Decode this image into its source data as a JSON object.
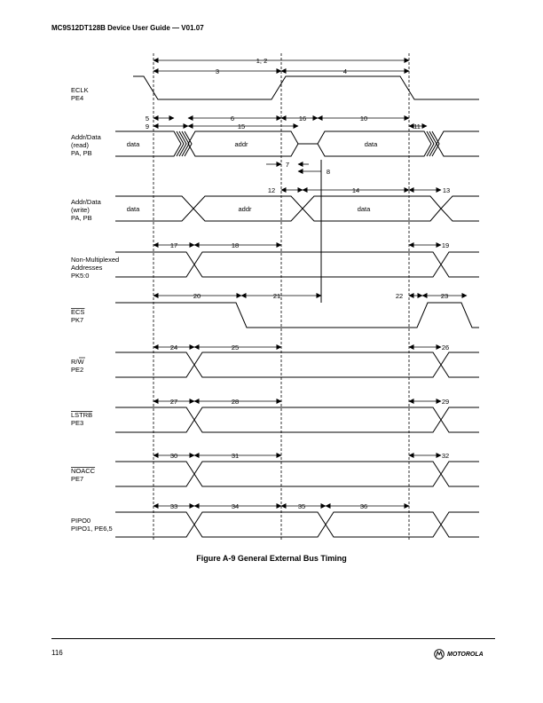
{
  "header": "MC9S12DT128B Device User Guide — V01.07",
  "figure_caption": "Figure A-9  General External Bus Timing",
  "footer": {
    "page_number": "116",
    "brand": "MOTOROLA",
    "brand_icon": "motorola-batwing-logo"
  },
  "signals": {
    "eclk": {
      "l1": "ECLK",
      "l2": "PE4"
    },
    "addr_rd": {
      "l1": "Addr/Data",
      "l2": "(read)",
      "l3": "PA, PB"
    },
    "addr_wr": {
      "l1": "Addr/Data",
      "l2": "(write)",
      "l3": "PA, PB"
    },
    "nonmux": {
      "l1": "Non-Multiplexed",
      "l2": "Addresses",
      "l3": "PK5:0"
    },
    "ecs": {
      "l1": "ECS",
      "l2": "PK7"
    },
    "rw": {
      "l1": "R/W",
      "l2": "PE2"
    },
    "lstrb": {
      "l1": "LSTRB",
      "l2": "PE3"
    },
    "noacc": {
      "l1": "NOACC",
      "l2": "PE7"
    },
    "pipo": {
      "l1": "PIPO0",
      "l2": "PIPO1, PE6,5"
    }
  },
  "bus_labels": {
    "data": "data",
    "addr": "addr"
  },
  "params": {
    "p1_2": "1, 2",
    "p3": "3",
    "p4": "4",
    "p5": "5",
    "p6": "6",
    "p7": "7",
    "p8": "8",
    "p9": "9",
    "p10": "10",
    "p11": "11",
    "p12": "12",
    "p13": "13",
    "p14": "14",
    "p15": "15",
    "p16": "16",
    "p17": "17",
    "p18": "18",
    "p19": "19",
    "p20": "20",
    "p21": "21",
    "p22": "22",
    "p23": "23",
    "p24": "24",
    "p25": "25",
    "p26": "26",
    "p27": "27",
    "p28": "28",
    "p29": "29",
    "p30": "30",
    "p31": "31",
    "p32": "32",
    "p33": "33",
    "p34": "34",
    "p35": "35",
    "p36": "36"
  }
}
